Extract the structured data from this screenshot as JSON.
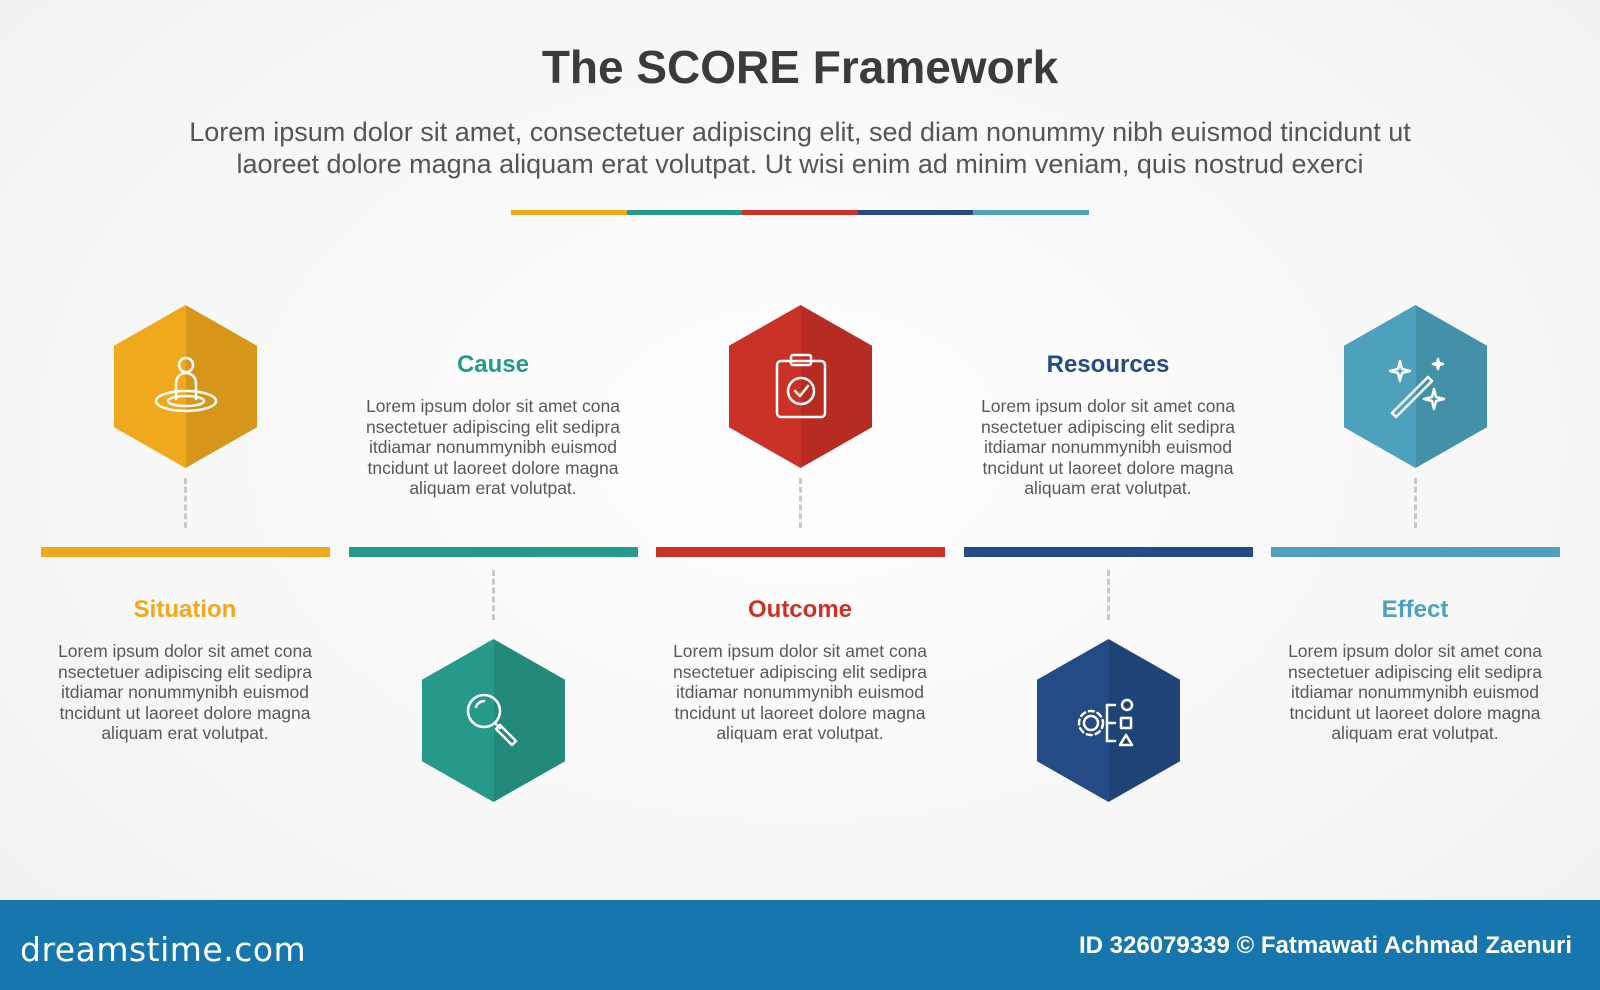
{
  "header": {
    "title": "The SCORE Framework",
    "subtitle_line1": "Lorem ipsum dolor sit amet, consectetuer adipiscing elit, sed diam nonummy nibh euismod tincidunt ut",
    "subtitle_line2": "laoreet dolore magna aliquam erat volutpat. Ut wisi enim ad minim veniam, quis nostrud exerci"
  },
  "colors": {
    "situation": "#f0a81c",
    "cause": "#27998a",
    "outcome": "#cb3227",
    "resources": "#244b85",
    "effect": "#4da1bd"
  },
  "steps": [
    {
      "title": "Situation",
      "icon": "person-on-target-icon",
      "desc_lines": [
        "Lorem ipsum dolor sit amet cona",
        "nsectetuer adipiscing elit sedipra",
        "itdiamar nonummynibh euismod",
        "tncidunt ut laoreet dolore magna",
        "aliquam erat volutpat."
      ]
    },
    {
      "title": "Cause",
      "icon": "magnifier-icon",
      "desc_lines": [
        "Lorem ipsum dolor sit amet cona",
        "nsectetuer adipiscing elit sedipra",
        "itdiamar nonummynibh euismod",
        "tncidunt ut laoreet dolore magna",
        "aliquam erat volutpat."
      ]
    },
    {
      "title": "Outcome",
      "icon": "clipboard-check-icon",
      "desc_lines": [
        "Lorem ipsum dolor sit amet cona",
        "nsectetuer adipiscing elit sedipra",
        "itdiamar nonummynibh euismod",
        "tncidunt ut laoreet dolore magna",
        "aliquam erat volutpat."
      ]
    },
    {
      "title": "Resources",
      "icon": "gear-shapes-icon",
      "desc_lines": [
        "Lorem ipsum dolor sit amet cona",
        "nsectetuer adipiscing elit sedipra",
        "itdiamar nonummynibh euismod",
        "tncidunt ut laoreet dolore magna",
        "aliquam erat volutpat."
      ]
    },
    {
      "title": "Effect",
      "icon": "magic-wand-icon",
      "desc_lines": [
        "Lorem ipsum dolor sit amet cona",
        "nsectetuer adipiscing elit sedipra",
        "itdiamar nonummynibh euismod",
        "tncidunt ut laoreet dolore magna",
        "aliquam erat volutpat."
      ]
    }
  ],
  "footer": {
    "brand": "dreamstime.com",
    "credit": "ID 326079339 © Fatmawati  Achmad Zaenuri"
  }
}
